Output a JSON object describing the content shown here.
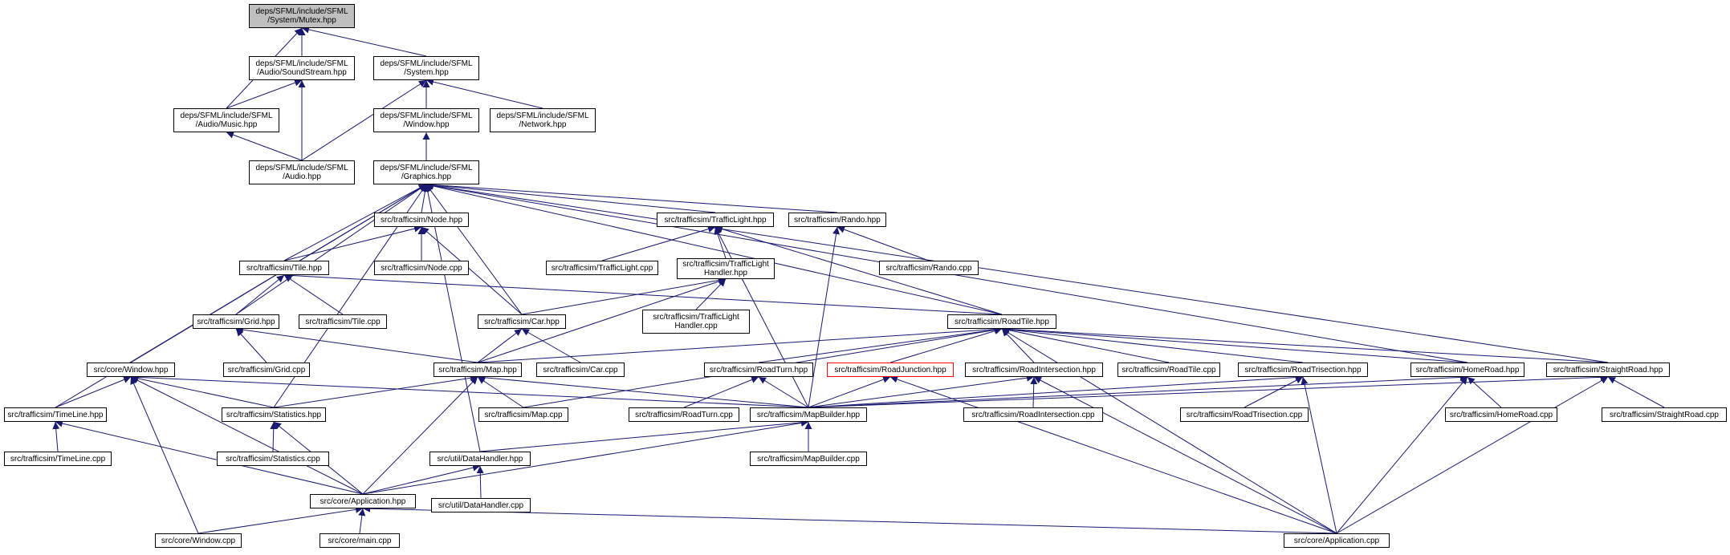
{
  "colors": {
    "edge": "#191970",
    "border": "#000000",
    "root_fill": "#bfbfbf",
    "highlight_border": "#ff0000"
  },
  "nodes": {
    "mutex": "deps/SFML/include/SFML\n/System/Mutex.hpp",
    "soundstream": "deps/SFML/include/SFML\n/Audio/SoundStream.hpp",
    "system": "deps/SFML/include/SFML\n/System.hpp",
    "music": "deps/SFML/include/SFML\n/Audio/Music.hpp",
    "windowsfml": "deps/SFML/include/SFML\n/Window.hpp",
    "network": "deps/SFML/include/SFML\n/Network.hpp",
    "audio": "deps/SFML/include/SFML\n/Audio.hpp",
    "graphics": "deps/SFML/include/SFML\n/Graphics.hpp",
    "nodehpp": "src/trafficsim/Node.hpp",
    "trafficlighthpp": "src/trafficsim/TrafficLight.hpp",
    "randohpp": "src/trafficsim/Rando.hpp",
    "tilehpp": "src/trafficsim/Tile.hpp",
    "nodecpp": "src/trafficsim/Node.cpp",
    "trafficlightcpp": "src/trafficsim/TrafficLight.cpp",
    "tlhandlerhpp": "src/trafficsim/TrafficLight\nHandler.hpp",
    "randocpp": "src/trafficsim/Rando.cpp",
    "gridhpp": "src/trafficsim/Grid.hpp",
    "tilecpp": "src/trafficsim/Tile.cpp",
    "carhpp": "src/trafficsim/Car.hpp",
    "tlhandlercpp": "src/trafficsim/TrafficLight\nHandler.cpp",
    "roadtilehpp": "src/trafficsim/RoadTile.hpp",
    "gridcpp": "src/trafficsim/Grid.cpp",
    "windowhpp": "src/core/Window.hpp",
    "maphpp": "src/trafficsim/Map.hpp",
    "carcpp": "src/trafficsim/Car.cpp",
    "roadturnhpp": "src/trafficsim/RoadTurn.hpp",
    "roadjunctionhpp": "src/trafficsim/RoadJunction.hpp",
    "roadintersectionhpp": "src/trafficsim/RoadIntersection.hpp",
    "roadtilecpp": "src/trafficsim/RoadTile.cpp",
    "roadtrisectionhpp": "src/trafficsim/RoadTrisection.hpp",
    "homeroadhpp": "src/trafficsim/HomeRoad.hpp",
    "straightroadhpp": "src/trafficsim/StraightRoad.hpp",
    "timelinehpp": "src/trafficsim/TimeLine.hpp",
    "statisticshpp": "src/trafficsim/Statistics.hpp",
    "mapcpp": "src/trafficsim/Map.cpp",
    "roadturncpp": "src/trafficsim/RoadTurn.cpp",
    "mapbuilderhpp": "src/trafficsim/MapBuilder.hpp",
    "roadintersectioncpp": "src/trafficsim/RoadIntersection.cpp",
    "roadtrisectioncpp": "src/trafficsim/RoadTrisection.cpp",
    "homeroadcpp": "src/trafficsim/HomeRoad.cpp",
    "straightroadcpp": "src/trafficsim/StraightRoad.cpp",
    "timelinecpp": "src/trafficsim/TimeLine.cpp",
    "statisticscpp": "src/trafficsim/Statistics.cpp",
    "datahandlerhpp": "src/util/DataHandler.hpp",
    "mapbuildercpp": "src/trafficsim/MapBuilder.cpp",
    "applicationhpp": "src/core/Application.hpp",
    "datahandlercpp": "src/util/DataHandler.cpp",
    "windowcpp": "src/core/Window.cpp",
    "maincpp": "src/core/main.cpp",
    "applicationcpp": "src/core/Application.cpp"
  },
  "edges": [
    [
      "soundstream",
      "mutex"
    ],
    [
      "system",
      "mutex"
    ],
    [
      "music",
      "mutex"
    ],
    [
      "music",
      "soundstream"
    ],
    [
      "audio",
      "soundstream"
    ],
    [
      "audio",
      "music"
    ],
    [
      "windowsfml",
      "system"
    ],
    [
      "network",
      "system"
    ],
    [
      "audio",
      "system"
    ],
    [
      "graphics",
      "windowsfml"
    ],
    [
      "nodehpp",
      "graphics"
    ],
    [
      "trafficlighthpp",
      "graphics"
    ],
    [
      "randohpp",
      "graphics"
    ],
    [
      "tilehpp",
      "graphics"
    ],
    [
      "gridhpp",
      "graphics"
    ],
    [
      "carhpp",
      "graphics"
    ],
    [
      "roadtilehpp",
      "graphics"
    ],
    [
      "windowhpp",
      "graphics"
    ],
    [
      "statisticshpp",
      "graphics"
    ],
    [
      "timelinehpp",
      "graphics"
    ],
    [
      "datahandlerhpp",
      "graphics"
    ],
    [
      "homeroadhpp",
      "graphics"
    ],
    [
      "straightroadhpp",
      "graphics"
    ],
    [
      "tilehpp",
      "nodehpp"
    ],
    [
      "nodecpp",
      "nodehpp"
    ],
    [
      "carhpp",
      "nodehpp"
    ],
    [
      "trafficlightcpp",
      "trafficlighthpp"
    ],
    [
      "tlhandlerhpp",
      "trafficlighthpp"
    ],
    [
      "roadtilehpp",
      "trafficlighthpp"
    ],
    [
      "mapbuilderhpp",
      "trafficlighthpp"
    ],
    [
      "randocpp",
      "randohpp"
    ],
    [
      "mapbuilderhpp",
      "randohpp"
    ],
    [
      "gridhpp",
      "tilehpp"
    ],
    [
      "tilecpp",
      "tilehpp"
    ],
    [
      "roadtilehpp",
      "tilehpp"
    ],
    [
      "carhpp",
      "tlhandlerhpp"
    ],
    [
      "tlhandlercpp",
      "tlhandlerhpp"
    ],
    [
      "maphpp",
      "tlhandlerhpp"
    ],
    [
      "gridcpp",
      "gridhpp"
    ],
    [
      "maphpp",
      "gridhpp"
    ],
    [
      "maphpp",
      "carhpp"
    ],
    [
      "carcpp",
      "carhpp"
    ],
    [
      "maphpp",
      "roadtilehpp"
    ],
    [
      "mapcpp",
      "roadtilehpp"
    ],
    [
      "roadturnhpp",
      "roadtilehpp"
    ],
    [
      "roadjunctionhpp",
      "roadtilehpp"
    ],
    [
      "roadintersectionhpp",
      "roadtilehpp"
    ],
    [
      "roadtilecpp",
      "roadtilehpp"
    ],
    [
      "roadtrisectionhpp",
      "roadtilehpp"
    ],
    [
      "homeroadhpp",
      "roadtilehpp"
    ],
    [
      "straightroadhpp",
      "roadtilehpp"
    ],
    [
      "applicationcpp",
      "roadtilehpp"
    ],
    [
      "timelinehpp",
      "windowhpp"
    ],
    [
      "statisticshpp",
      "windowhpp"
    ],
    [
      "applicationhpp",
      "windowhpp"
    ],
    [
      "windowcpp",
      "windowhpp"
    ],
    [
      "mapbuilderhpp",
      "windowhpp"
    ],
    [
      "statisticshpp",
      "maphpp"
    ],
    [
      "mapcpp",
      "maphpp"
    ],
    [
      "mapbuilderhpp",
      "maphpp"
    ],
    [
      "applicationhpp",
      "maphpp"
    ],
    [
      "mapbuilderhpp",
      "roadturnhpp"
    ],
    [
      "roadturncpp",
      "roadturnhpp"
    ],
    [
      "mapbuilderhpp",
      "roadjunctionhpp"
    ],
    [
      "applicationcpp",
      "roadjunctionhpp"
    ],
    [
      "mapbuilderhpp",
      "roadintersectionhpp"
    ],
    [
      "roadintersectioncpp",
      "roadintersectionhpp"
    ],
    [
      "applicationcpp",
      "roadintersectionhpp"
    ],
    [
      "mapbuilderhpp",
      "roadtrisectionhpp"
    ],
    [
      "roadtrisectioncpp",
      "roadtrisectionhpp"
    ],
    [
      "applicationcpp",
      "roadtrisectionhpp"
    ],
    [
      "mapbuilderhpp",
      "homeroadhpp"
    ],
    [
      "homeroadcpp",
      "homeroadhpp"
    ],
    [
      "applicationcpp",
      "homeroadhpp"
    ],
    [
      "mapbuilderhpp",
      "straightroadhpp"
    ],
    [
      "straightroadcpp",
      "straightroadhpp"
    ],
    [
      "applicationcpp",
      "straightroadhpp"
    ],
    [
      "timelinecpp",
      "timelinehpp"
    ],
    [
      "applicationhpp",
      "timelinehpp"
    ],
    [
      "statisticscpp",
      "statisticshpp"
    ],
    [
      "applicationhpp",
      "statisticshpp"
    ],
    [
      "datahandlerhpp",
      "mapbuilderhpp"
    ],
    [
      "mapbuildercpp",
      "mapbuilderhpp"
    ],
    [
      "applicationhpp",
      "mapbuilderhpp"
    ],
    [
      "applicationhpp",
      "datahandlerhpp"
    ],
    [
      "datahandlercpp",
      "datahandlerhpp"
    ],
    [
      "windowcpp",
      "applicationhpp"
    ],
    [
      "maincpp",
      "applicationhpp"
    ],
    [
      "applicationcpp",
      "applicationhpp"
    ]
  ]
}
